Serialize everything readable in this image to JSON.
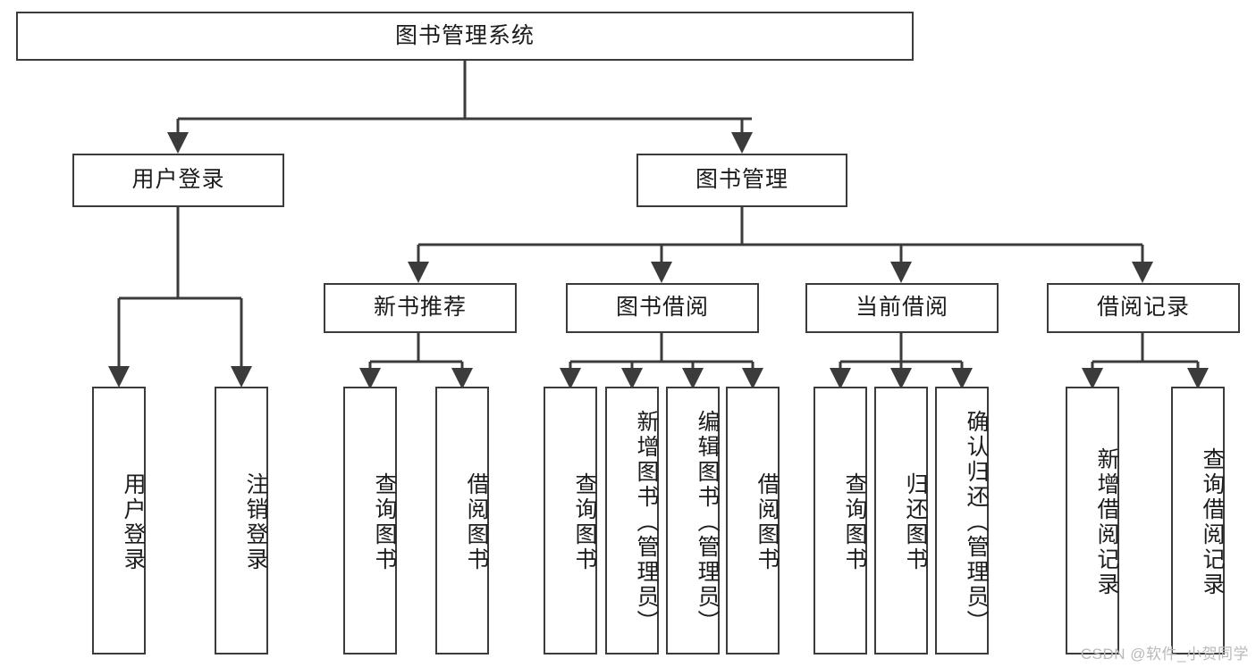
{
  "diagram": {
    "title": "图书管理系统",
    "watermark": "CSDN @软件_小贺同学",
    "line_color": "#3b3b3b",
    "box_fill": "#ffffff",
    "text_color": "#1c1c1c"
  },
  "nodes": {
    "root": {
      "label": "图书管理系统",
      "orientation": "horizontal"
    },
    "level2": [
      {
        "label": "用户登录",
        "orientation": "horizontal"
      },
      {
        "label": "图书管理",
        "orientation": "horizontal"
      }
    ],
    "level3": [
      {
        "label": "新书推荐",
        "orientation": "horizontal"
      },
      {
        "label": "图书借阅",
        "orientation": "horizontal"
      },
      {
        "label": "当前借阅",
        "orientation": "horizontal"
      },
      {
        "label": "借阅记录",
        "orientation": "horizontal"
      }
    ],
    "leaves": {
      "user_login": [
        {
          "label": "用户登录",
          "orientation": "vertical"
        },
        {
          "label": "注销登录",
          "orientation": "vertical"
        }
      ],
      "new_book_recommend": [
        {
          "label": "查询图书",
          "orientation": "vertical"
        },
        {
          "label": "借阅图书",
          "orientation": "vertical"
        }
      ],
      "book_borrow": [
        {
          "label": "查询图书",
          "orientation": "vertical"
        },
        {
          "label": "新增图书（管理员）",
          "orientation": "vertical"
        },
        {
          "label": "编辑图书（管理员）",
          "orientation": "vertical"
        },
        {
          "label": "借阅图书",
          "orientation": "vertical"
        }
      ],
      "current_borrow": [
        {
          "label": "查询图书",
          "orientation": "vertical"
        },
        {
          "label": "归还图书",
          "orientation": "vertical"
        },
        {
          "label": "确认归还（管理员）",
          "orientation": "vertical"
        }
      ],
      "borrow_record": [
        {
          "label": "新增借阅记录",
          "orientation": "vertical"
        },
        {
          "label": "查询借阅记录",
          "orientation": "vertical"
        }
      ]
    }
  }
}
